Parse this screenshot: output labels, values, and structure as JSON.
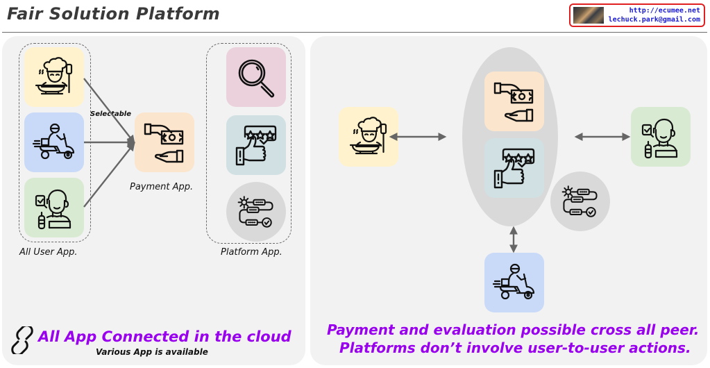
{
  "header": {
    "title": "Fair Solution Platform",
    "contact": {
      "url": "http://ecumee.net",
      "email": "lechuck.park@gmail.com"
    }
  },
  "left_panel": {
    "user_group_label": "All User App.",
    "platform_group_label": "Platform App.",
    "payment_label": "Payment App.",
    "selectable_label": "Selectable",
    "user_apps": [
      {
        "name": "cook",
        "icon": "chef-icon",
        "color": "#fff2cc"
      },
      {
        "name": "delivery",
        "icon": "delivery-scooter-icon",
        "color": "#c9daf8"
      },
      {
        "name": "customer",
        "icon": "customer-icon",
        "color": "#d9ead3"
      }
    ],
    "platform_apps": [
      {
        "name": "search",
        "icon": "magnifier-icon",
        "color": "#ead1dc"
      },
      {
        "name": "review",
        "icon": "thumbs-up-rating-icon",
        "color": "#d0e0e3"
      },
      {
        "name": "process",
        "icon": "workflow-icon",
        "color": "#d9d9d9"
      }
    ],
    "payment_app": {
      "icon": "payment-hand-icon",
      "color": "#fce5cd"
    },
    "footer_title": "All App Connected in the cloud",
    "footer_subtitle": "Various App is available",
    "footer_icon": "link-icon"
  },
  "right_panel": {
    "center_group_color": "#d9d9d9",
    "nodes": [
      {
        "name": "cook",
        "icon": "chef-icon",
        "color": "#fff2cc"
      },
      {
        "name": "customer",
        "icon": "customer-icon",
        "color": "#d9ead3"
      },
      {
        "name": "delivery",
        "icon": "delivery-scooter-icon",
        "color": "#c9daf8"
      }
    ],
    "center": [
      {
        "name": "payment",
        "icon": "payment-hand-icon",
        "color": "#fce5cd"
      },
      {
        "name": "review",
        "icon": "thumbs-up-rating-icon",
        "color": "#d0e0e3"
      }
    ],
    "process": {
      "icon": "workflow-icon",
      "color": "#d9d9d9"
    },
    "footer_line1": "Payment and evaluation possible cross all peer.",
    "footer_line2": "Platforms don’t involve user-to-user actions."
  },
  "colors": {
    "accent_purple": "#9900ee",
    "contact_border": "#e02020",
    "contact_text": "#1a1ad0",
    "arrow": "#666666",
    "panel_bg": "#f2f2f2"
  }
}
